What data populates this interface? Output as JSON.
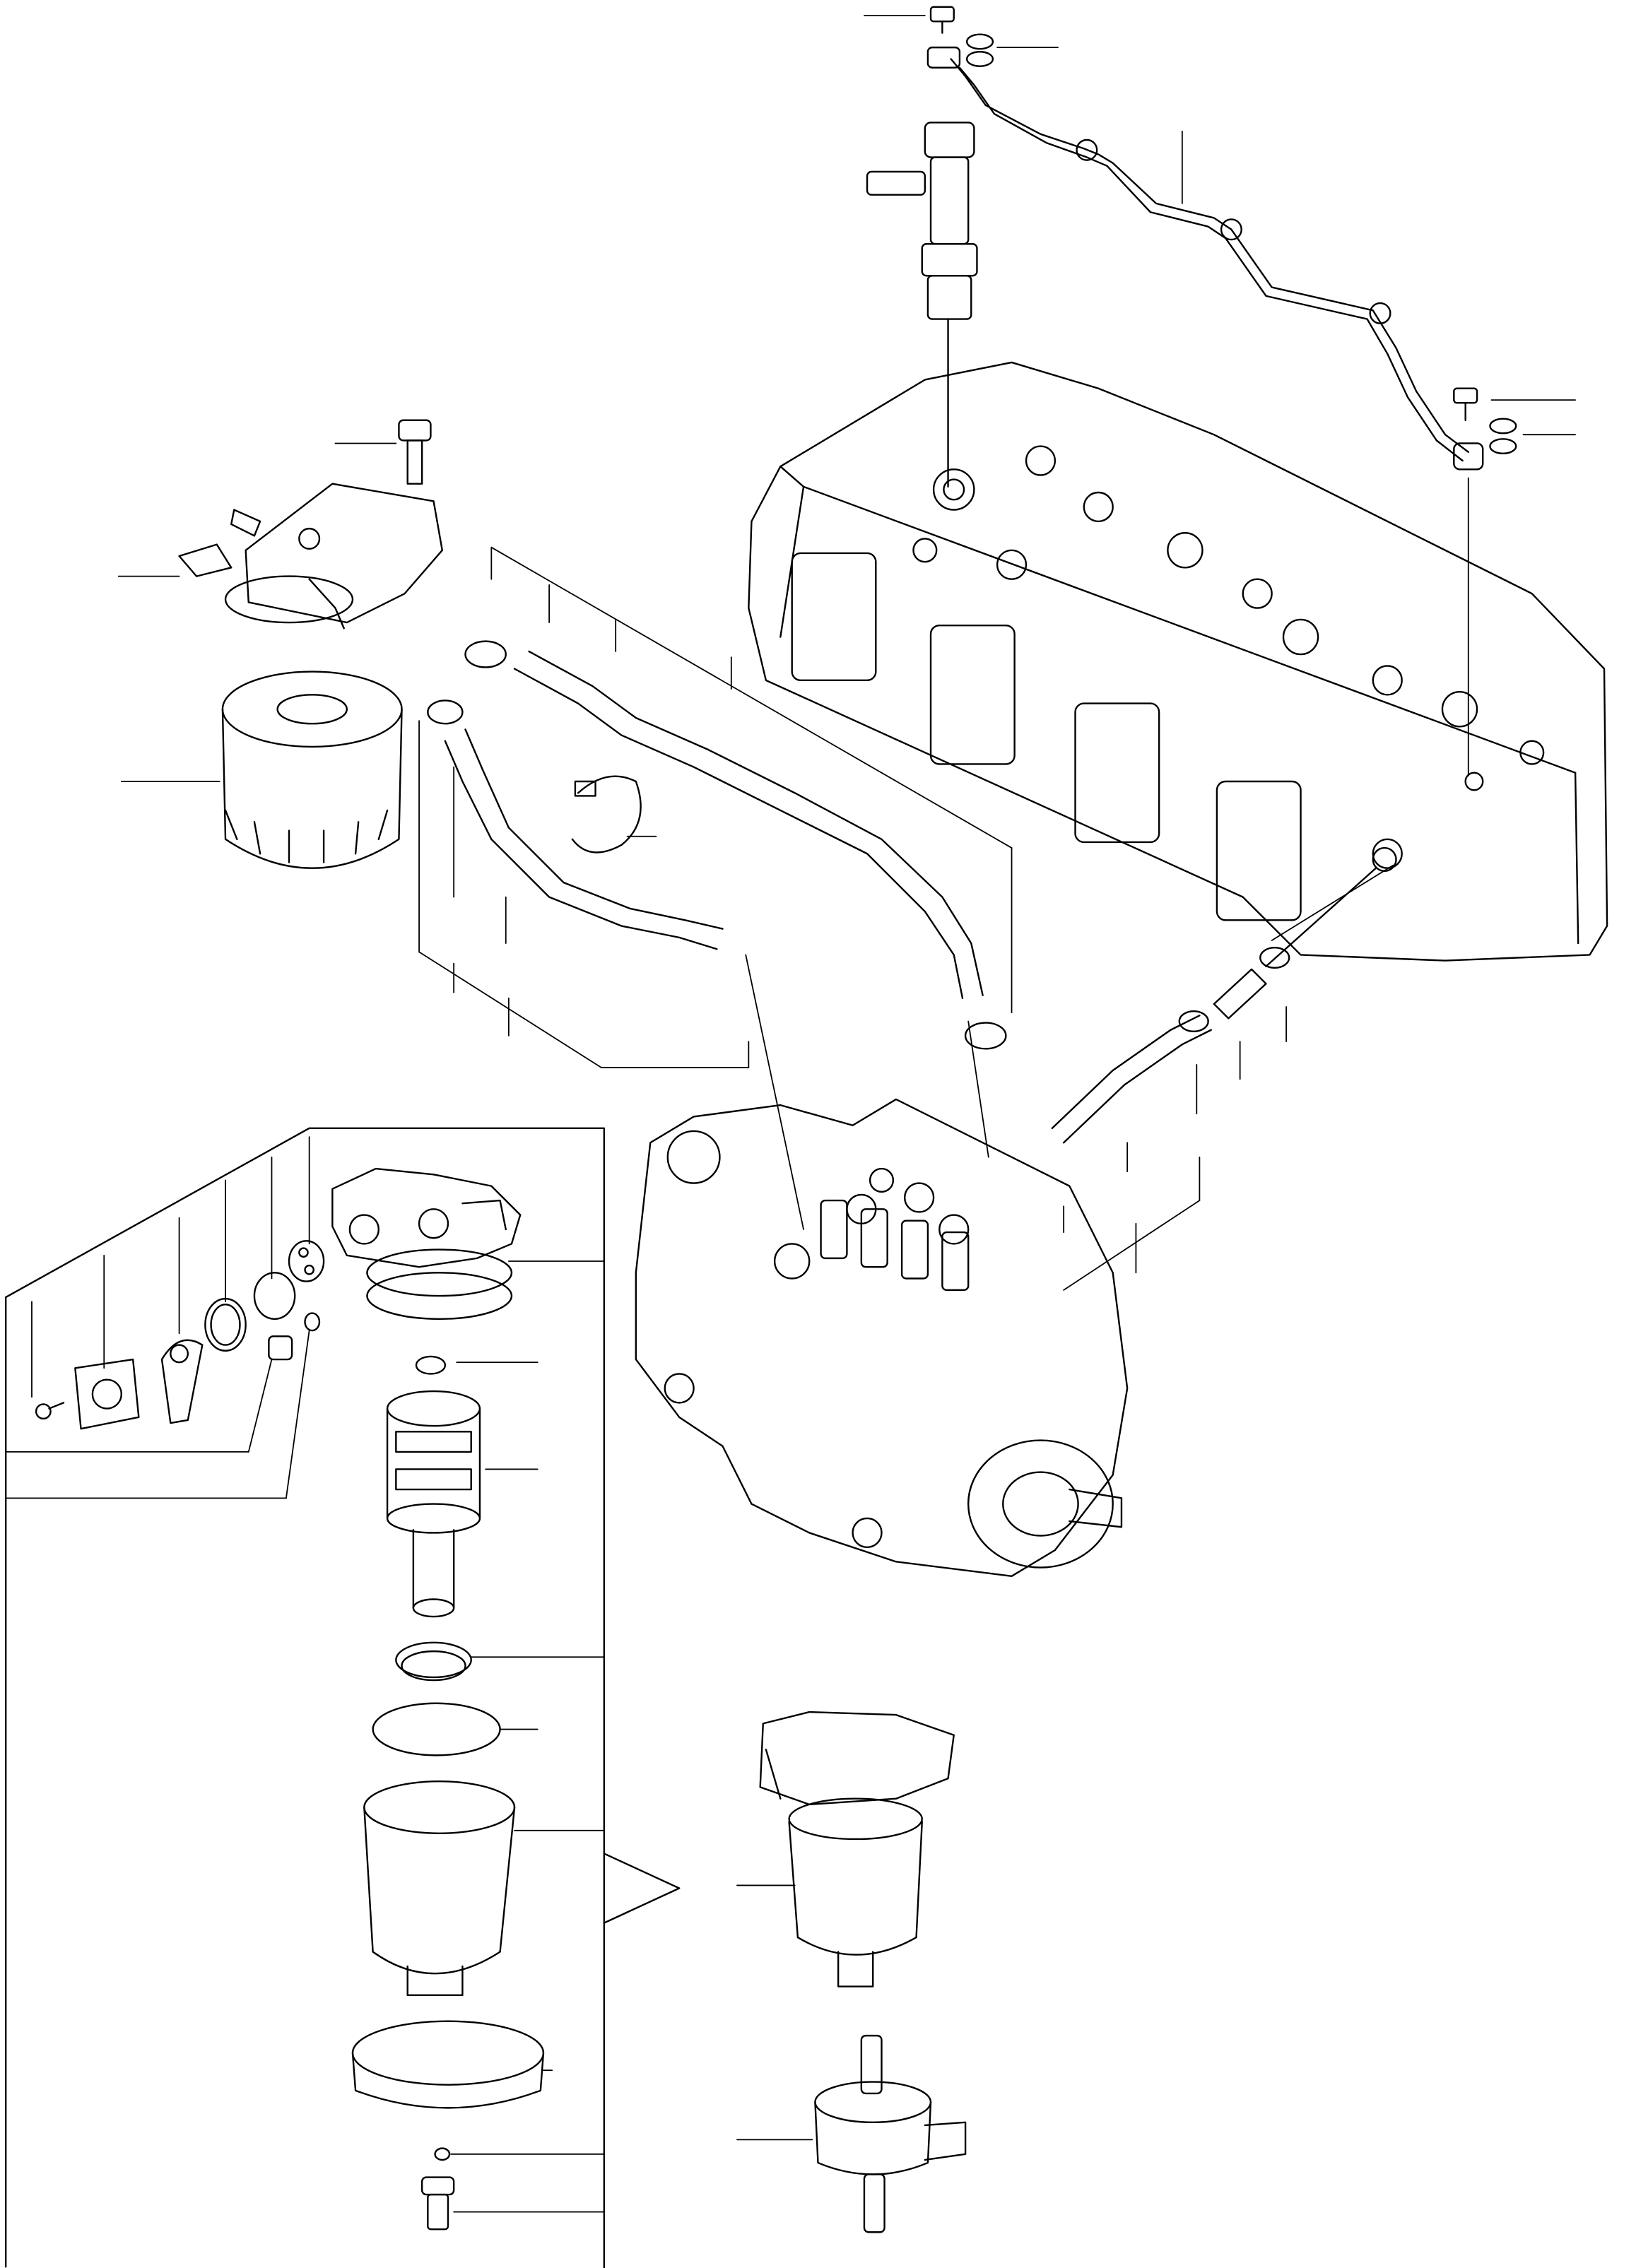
{
  "diagram": {
    "title": "",
    "labels": [],
    "colors": {
      "ink": "#000000",
      "paper": "#ffffff"
    },
    "parts": [
      "injection-line",
      "fuel-injector",
      "cylinder-head",
      "fuel-filter-head",
      "fuel-filter-cartridge",
      "fuel-hose",
      "hose-clamp",
      "fuel-injection-pump",
      "water-separator",
      "water-separator-cup",
      "filter-element",
      "retaining-ring",
      "drain-plug",
      "inline-fuel-filter",
      "banjo-bolt",
      "copper-washer",
      "o-ring",
      "gasket"
    ]
  }
}
